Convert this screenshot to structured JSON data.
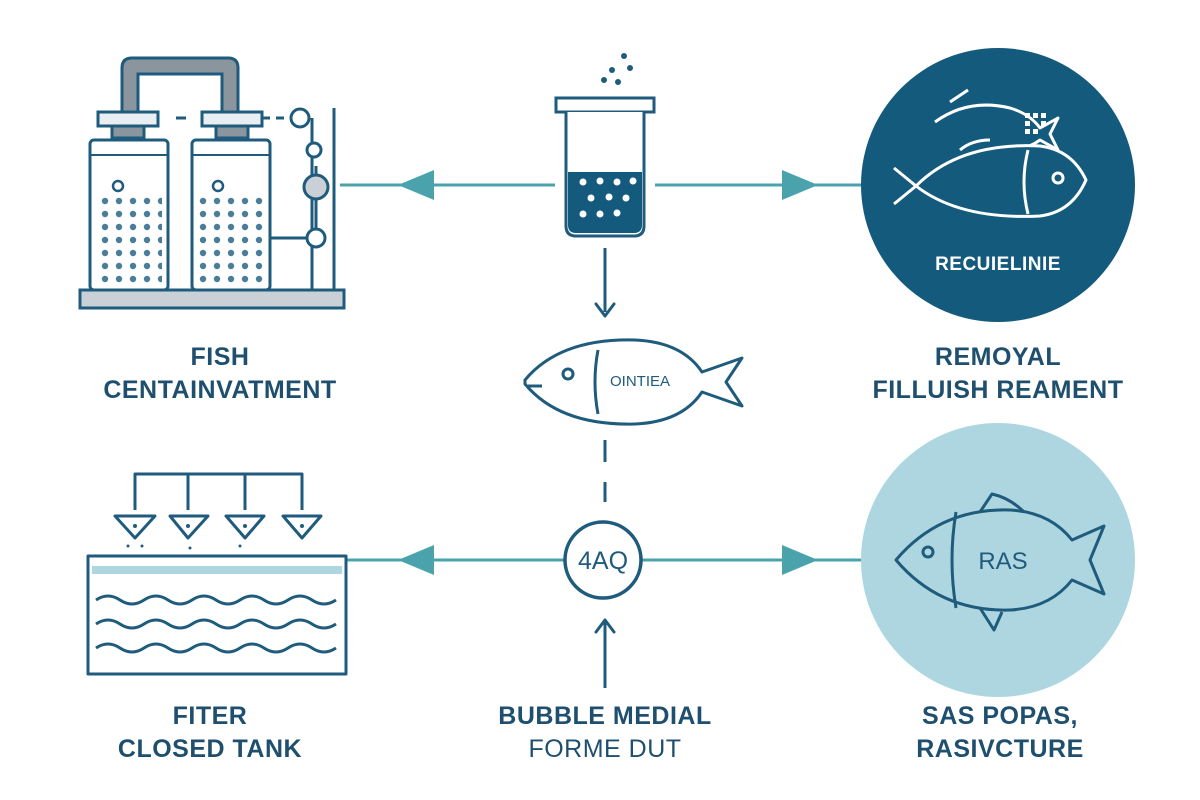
{
  "colors": {
    "primary": "#1f5b7c",
    "arrow": "#4aa3ac",
    "dark_circle": "#135a7c",
    "light_circle": "#aed6e0",
    "gray": "#8a959e"
  },
  "nodes": {
    "top_left": {
      "icon": "dual-filter-columns-icon",
      "line1": "FISH",
      "line2": "CENTAINVATMENT"
    },
    "top_center": {
      "icon": "beaker-icon"
    },
    "center_fish": {
      "icon": "fish-icon",
      "text": "OINTIEA"
    },
    "top_right": {
      "icon": "fish-pair-icon",
      "badge_text": "RECUIELINIE",
      "line1": "REMOYAL",
      "line2": "FILLUISH REAMENT"
    },
    "bottom_left": {
      "icon": "sprinkler-tank-icon",
      "line1": "FITER",
      "line2": "CLOSED TANK"
    },
    "bottom_center": {
      "badge_text": "4AQ",
      "line1": "BUBBLE MEDIAL",
      "line2": "FORME DUT"
    },
    "bottom_right": {
      "icon": "fish-icon",
      "badge_text": "RAS",
      "line1": "SAS POPAS,",
      "line2": "RASIVCTURE"
    }
  }
}
